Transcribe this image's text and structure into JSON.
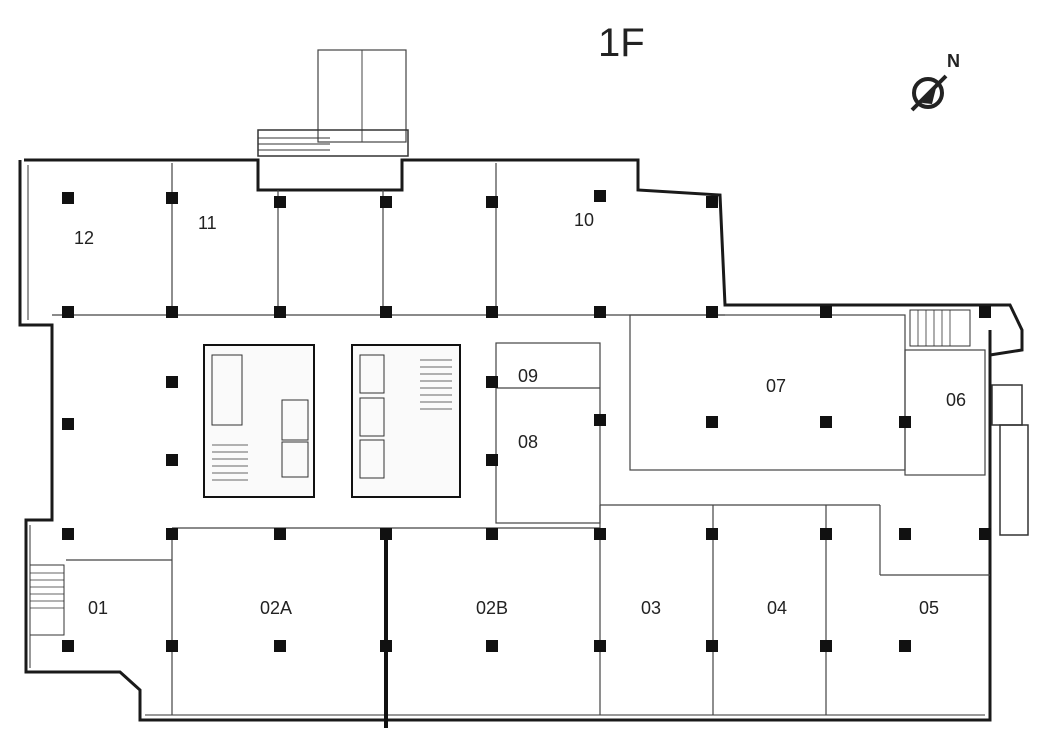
{
  "floor": {
    "title": "1F"
  },
  "compass": {
    "label": "N"
  },
  "rooms": [
    {
      "id": "01",
      "label": "01"
    },
    {
      "id": "02A",
      "label": "02A"
    },
    {
      "id": "02B",
      "label": "02B"
    },
    {
      "id": "03",
      "label": "03"
    },
    {
      "id": "04",
      "label": "04"
    },
    {
      "id": "05",
      "label": "05"
    },
    {
      "id": "06",
      "label": "06"
    },
    {
      "id": "07",
      "label": "07"
    },
    {
      "id": "08",
      "label": "08"
    },
    {
      "id": "09",
      "label": "09"
    },
    {
      "id": "10",
      "label": "10"
    },
    {
      "id": "11",
      "label": "11"
    },
    {
      "id": "12",
      "label": "12"
    }
  ]
}
